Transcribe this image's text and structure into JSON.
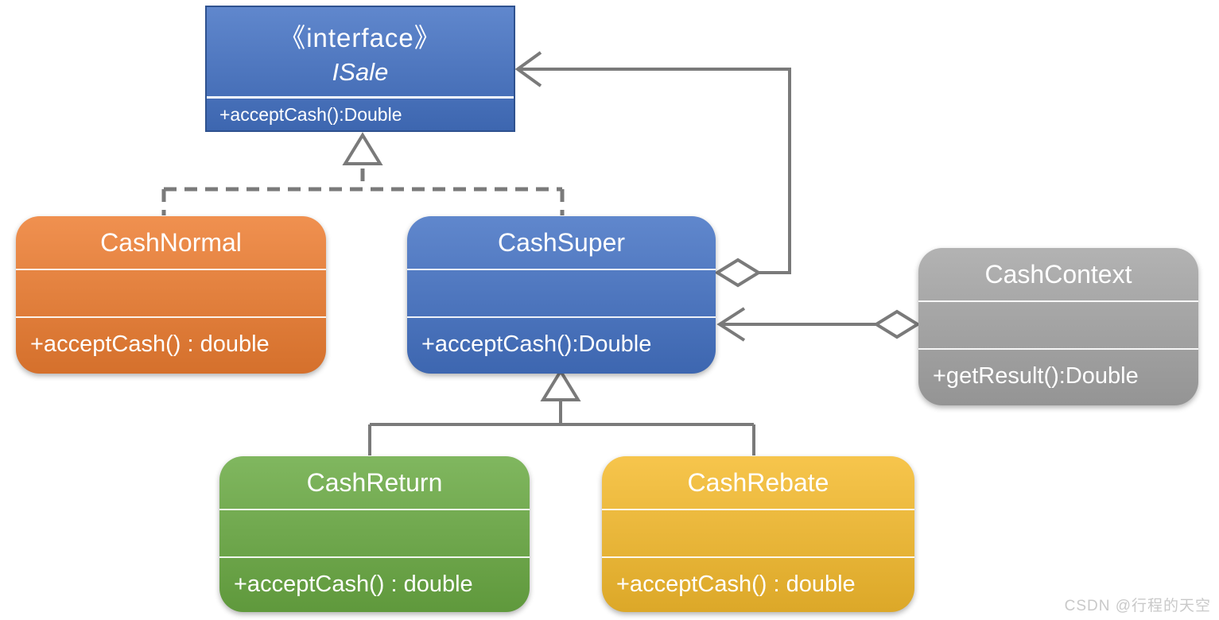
{
  "colors": {
    "background": "#ffffff",
    "blue": "#4472c4",
    "orange": "#ed7d31",
    "green": "#6aaa43",
    "gold": "#f5bb2d",
    "gray": "#a5a5a5",
    "interface-border": "#2f528f",
    "connector": "#7a7a7a",
    "text": "#ffffff",
    "watermark": "#c9c9c9"
  },
  "classes": {
    "isale": {
      "stereotype": "《interface》",
      "name": "ISale",
      "methods": "+acceptCash():Double"
    },
    "cash_normal": {
      "name": "CashNormal",
      "methods": "+acceptCash() : double"
    },
    "cash_super": {
      "name": "CashSuper",
      "methods": "+acceptCash():Double"
    },
    "cash_context": {
      "name": "CashContext",
      "methods": "+getResult():Double"
    },
    "cash_return": {
      "name": "CashReturn",
      "methods": "+acceptCash() : double"
    },
    "cash_rebate": {
      "name": "CashRebate",
      "methods": "+acceptCash() : double"
    }
  },
  "relationships": [
    {
      "from": "CashNormal",
      "to": "ISale",
      "type": "realization",
      "line": "dashed",
      "marker": "hollow-triangle"
    },
    {
      "from": "CashSuper",
      "to": "ISale",
      "type": "realization",
      "line": "dashed",
      "marker": "hollow-triangle"
    },
    {
      "from": "CashSuper",
      "to": "ISale",
      "type": "aggregation",
      "line": "solid",
      "marker": "diamond-at-CashSuper, open-arrow-at-ISale"
    },
    {
      "from": "CashContext",
      "to": "CashSuper",
      "type": "aggregation",
      "line": "solid",
      "marker": "diamond-at-CashContext, open-arrow-at-CashSuper"
    },
    {
      "from": "CashReturn",
      "to": "CashSuper",
      "type": "inheritance",
      "line": "solid",
      "marker": "hollow-triangle"
    },
    {
      "from": "CashRebate",
      "to": "CashSuper",
      "type": "inheritance",
      "line": "solid",
      "marker": "hollow-triangle"
    }
  ],
  "watermark": "CSDN @行程的天空"
}
